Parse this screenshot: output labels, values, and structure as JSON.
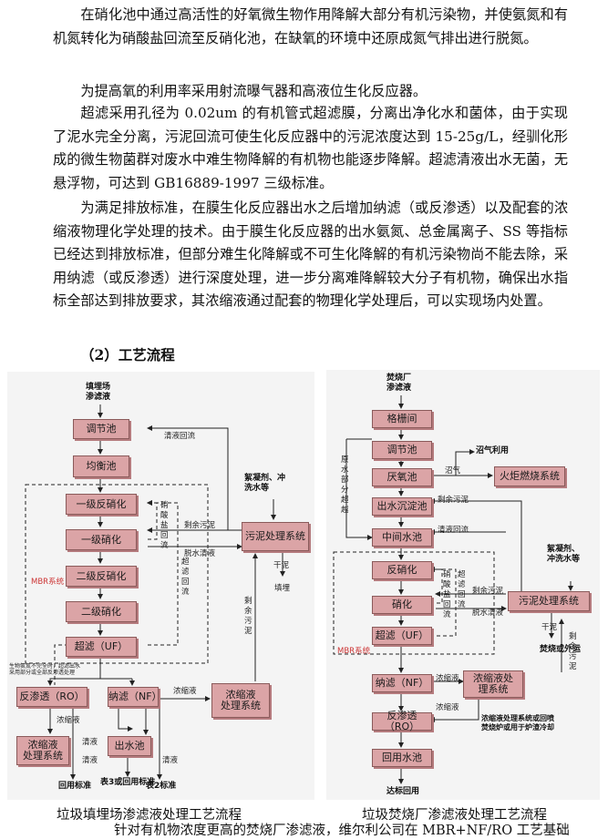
{
  "paragraphs": [
    "在硝化池中通过高活性的好氧微生物作用降解大部分有机污染物，并使氨氮和有机氮转化为硝酸盐回流至反硝化池，在缺氧的环境中还原成氮气排出进行脱氮。",
    "为提高氧的利用率采用射流曝气器和高液位生化反应器。",
    "超滤采用孔径为 0.02um 的有机管式超滤膜，分离出净化水和菌体，由于实现了泥水完全分离，污泥回流可使生化反应器中的污泥浓度达到 15-25g/L，经驯化形成的微生物菌群对废水中难生物降解的有机物也能逐步降解。超滤清液出水无菌，无悬浮物，可达到 GB16889-1997 三级标准。",
    "为满足排放标准，在膜生化反应器出水之后增加纳滤（或反渗透）以及配套的浓缩液物理化学处理的技术。由于膜生化反应器的出水氨氮、总金属离子、SS 等指标已经达到排放标准，但部分难生化降解或不可生化降解的有机污染物尚不能去除，采用纳滤（或反渗透）进行深度处理，进一步分离难降解较大分子有机物，确保出水指标全部达到排放要求，其浓缩液通过配套的物理化学处理后，可以实现场内处置。"
  ],
  "heading": "（2）工艺流程",
  "left": {
    "source": "填埋场\n渗滤液",
    "boxes": {
      "tjc": "调节池",
      "jhc": "均衡池",
      "fxh1": "一级反硝化",
      "xh1": "一级硝化",
      "fxh2": "二级反硝化",
      "xh2": "二级硝化",
      "cl": "超滤（UF）",
      "ro": "反渗透（RO）",
      "nf": "纳滤（NF）",
      "nsy_ro": "浓缩液\n处理系统",
      "csc": "出水池",
      "nsy": "浓缩液\n处理系统",
      "wn": "污泥处理系统"
    },
    "labels": {
      "qyhl": "清液回流",
      "xsy": "硝酸盐回流",
      "clhl": "超滤回流",
      "syw": "剩余污泥",
      "tsqy": "脱水清液",
      "gn": "干泥",
      "tm": "填埋",
      "syw2": "剩余污泥",
      "nsy_lbl": "浓缩液",
      "nsy_lbl2": "浓缩液",
      "qy1": "清液",
      "qy2": "清液",
      "qy3": "清液",
      "hy": "絮凝剂、冲\n洗水等",
      "mbr": "MBR系统",
      "note": "生物氨氮不完全时，超滤出水\n采用部分或全部反渗透处理",
      "hy_std": "回用标准",
      "std3": "表3或回用标准",
      "std2": "表2标准"
    }
  },
  "right": {
    "source": "焚烧厂\n渗滤液",
    "boxes": {
      "gsj": "格栅间",
      "tjc": "调节池",
      "yyc": "厌氧池",
      "hj": "火炬燃烧系统",
      "csc": "出水沉淀池",
      "zjc": "中间水池",
      "fxh": "反硝化",
      "xh": "硝化",
      "cl": "超滤（UF）",
      "nf": "纳滤（NF）",
      "nsy": "浓缩液处\n理系统",
      "ro": "反渗透（RO）",
      "hyc": "回用水池",
      "wn": "污泥处理系统"
    },
    "labels": {
      "zqly": "沼气利用",
      "zq": "沼气",
      "syw": "剩余污泥",
      "ysbf": "原水部分超越",
      "qyhl": "清液回流",
      "xsy": "硝酸盐回流",
      "clhl": "超滤回流",
      "syw2": "剩余污泥",
      "tsqy": "脱水清液",
      "hy": "絮凝剂、\n冲洗水等",
      "gn": "干泥",
      "fs": "焚烧或外运",
      "syw3": "剩余污泥",
      "nsy1": "浓缩液",
      "nsy2": "浓缩液",
      "nsy_out": "浓缩液处理系统或回喷\n焚烧炉或用于炉渣冷却",
      "dbhy": "达标回用",
      "mbr": "MBR系统"
    }
  },
  "captions": {
    "left": "垃圾填埋场渗滤液处理工艺流程",
    "right": "垃圾焚烧厂渗滤液处理工艺流程"
  },
  "footer": "针对有机物浓度更高的焚烧厂渗滤液，维尔利公司在 MBR+NF/RO 工艺基础"
}
